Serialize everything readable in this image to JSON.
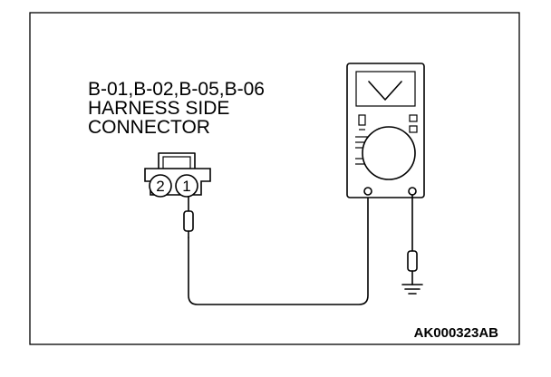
{
  "connector_label": {
    "line1": "B-01,B-02,B-05,B-06",
    "line2": "HARNESS SIDE",
    "line3": "CONNECTOR"
  },
  "connector": {
    "pin_left": "2",
    "pin_right": "1"
  },
  "figure_code": "AK000323AB",
  "icons": {
    "meter": "multimeter-icon",
    "ground": "ground-icon",
    "probe": "test-probe-icon"
  }
}
